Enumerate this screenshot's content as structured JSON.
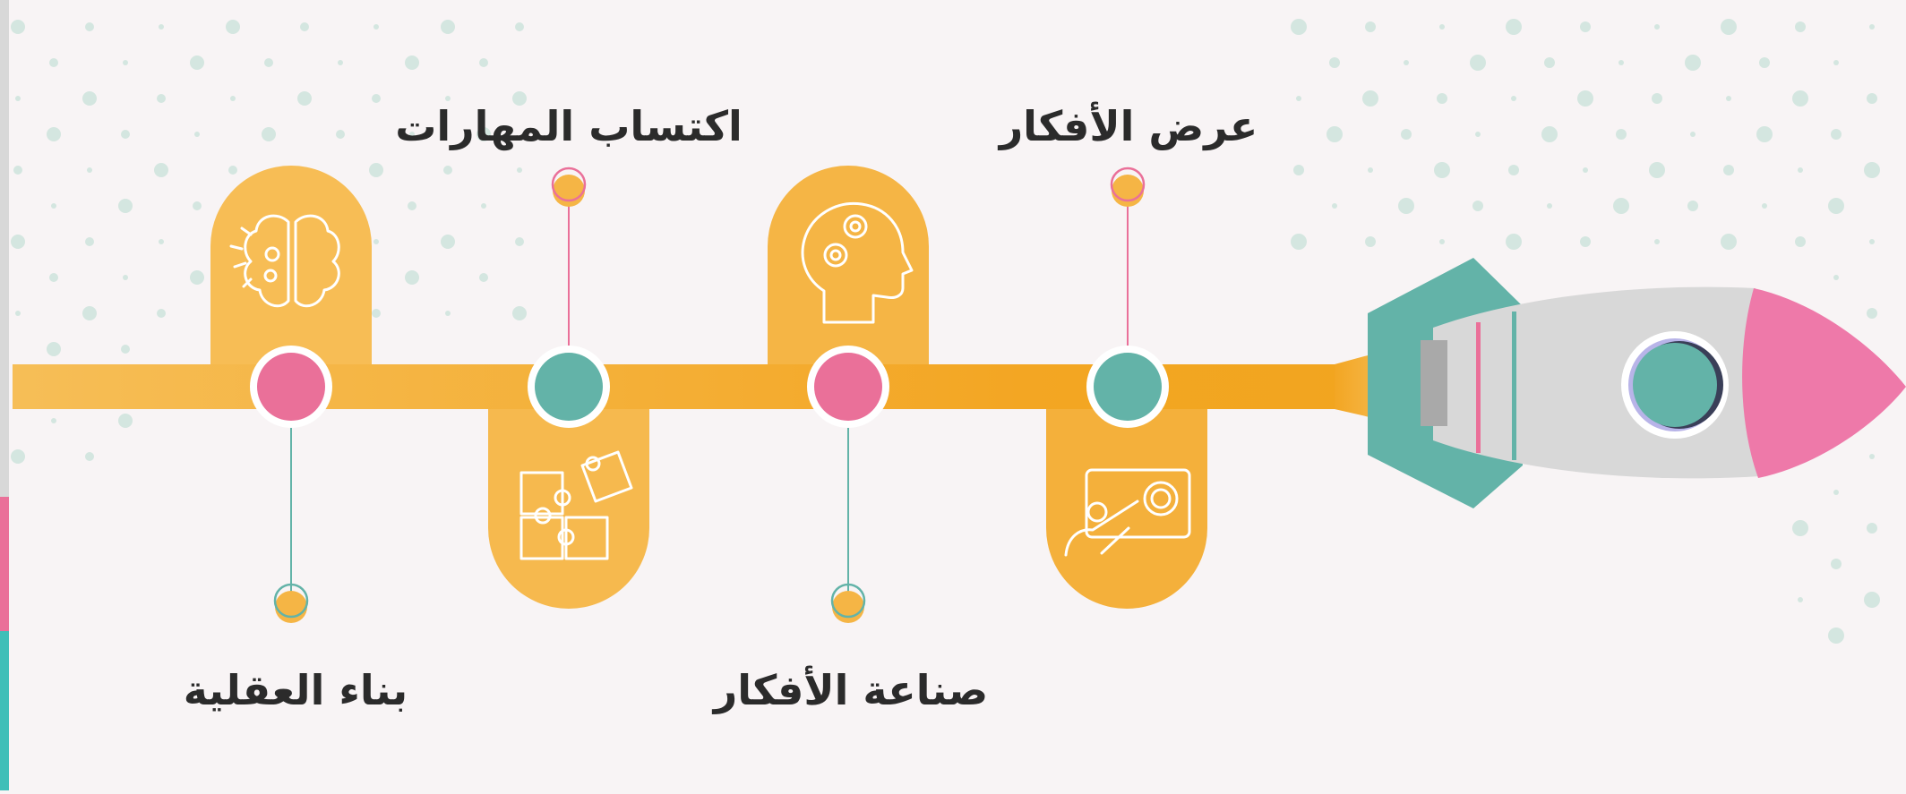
{
  "colors": {
    "background": "#f8f4f5",
    "dots": "#d4e6e0",
    "orange": "#f5b545",
    "orange_dark": "#f2a51f",
    "pink": "#ea7099",
    "teal": "#63b3a8",
    "rocket_body": "#d9d9d9",
    "text": "#2b2b2b"
  },
  "steps": [
    {
      "label": "بناء العقلية",
      "node_color": "pink",
      "icon": "brain-gears-icon"
    },
    {
      "label": "اكتساب المهارات",
      "node_color": "teal",
      "icon": "puzzle-icon"
    },
    {
      "label": "صناعة الأفكار",
      "node_color": "pink",
      "icon": "head-gears-icon"
    },
    {
      "label": "عرض الأفكار",
      "node_color": "teal",
      "icon": "presentation-idea-icon"
    }
  ],
  "rocket": {
    "icon": "rocket-icon"
  }
}
